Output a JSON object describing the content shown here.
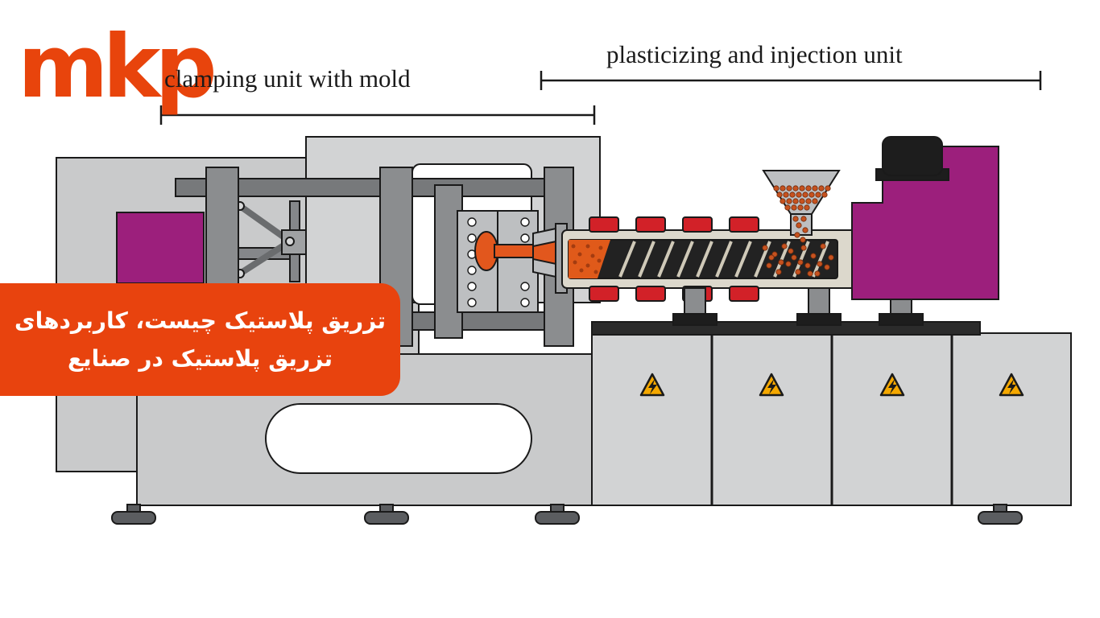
{
  "logo": {
    "text": "mkp",
    "color": "#e8440c"
  },
  "annotations": {
    "clamping_label": "clamping unit with mold",
    "injection_label": "plasticizing and injection unit"
  },
  "banner": {
    "line1": "تزریق پلاستیک چیست، کاربردهای",
    "line2": "تزریق پلاستیک در صنایع",
    "background": "#e8430e",
    "text_color": "#ffffff"
  },
  "machine": {
    "cabinet": {
      "door_count": 4,
      "warning_icon": "high-voltage-warning"
    },
    "colors": {
      "housing_gray": "#c9cacb",
      "magenta": "#9c1f7c",
      "heater_red": "#d22128",
      "molten_orange": "#e2571d",
      "warning_yellow": "#f5a800"
    }
  }
}
